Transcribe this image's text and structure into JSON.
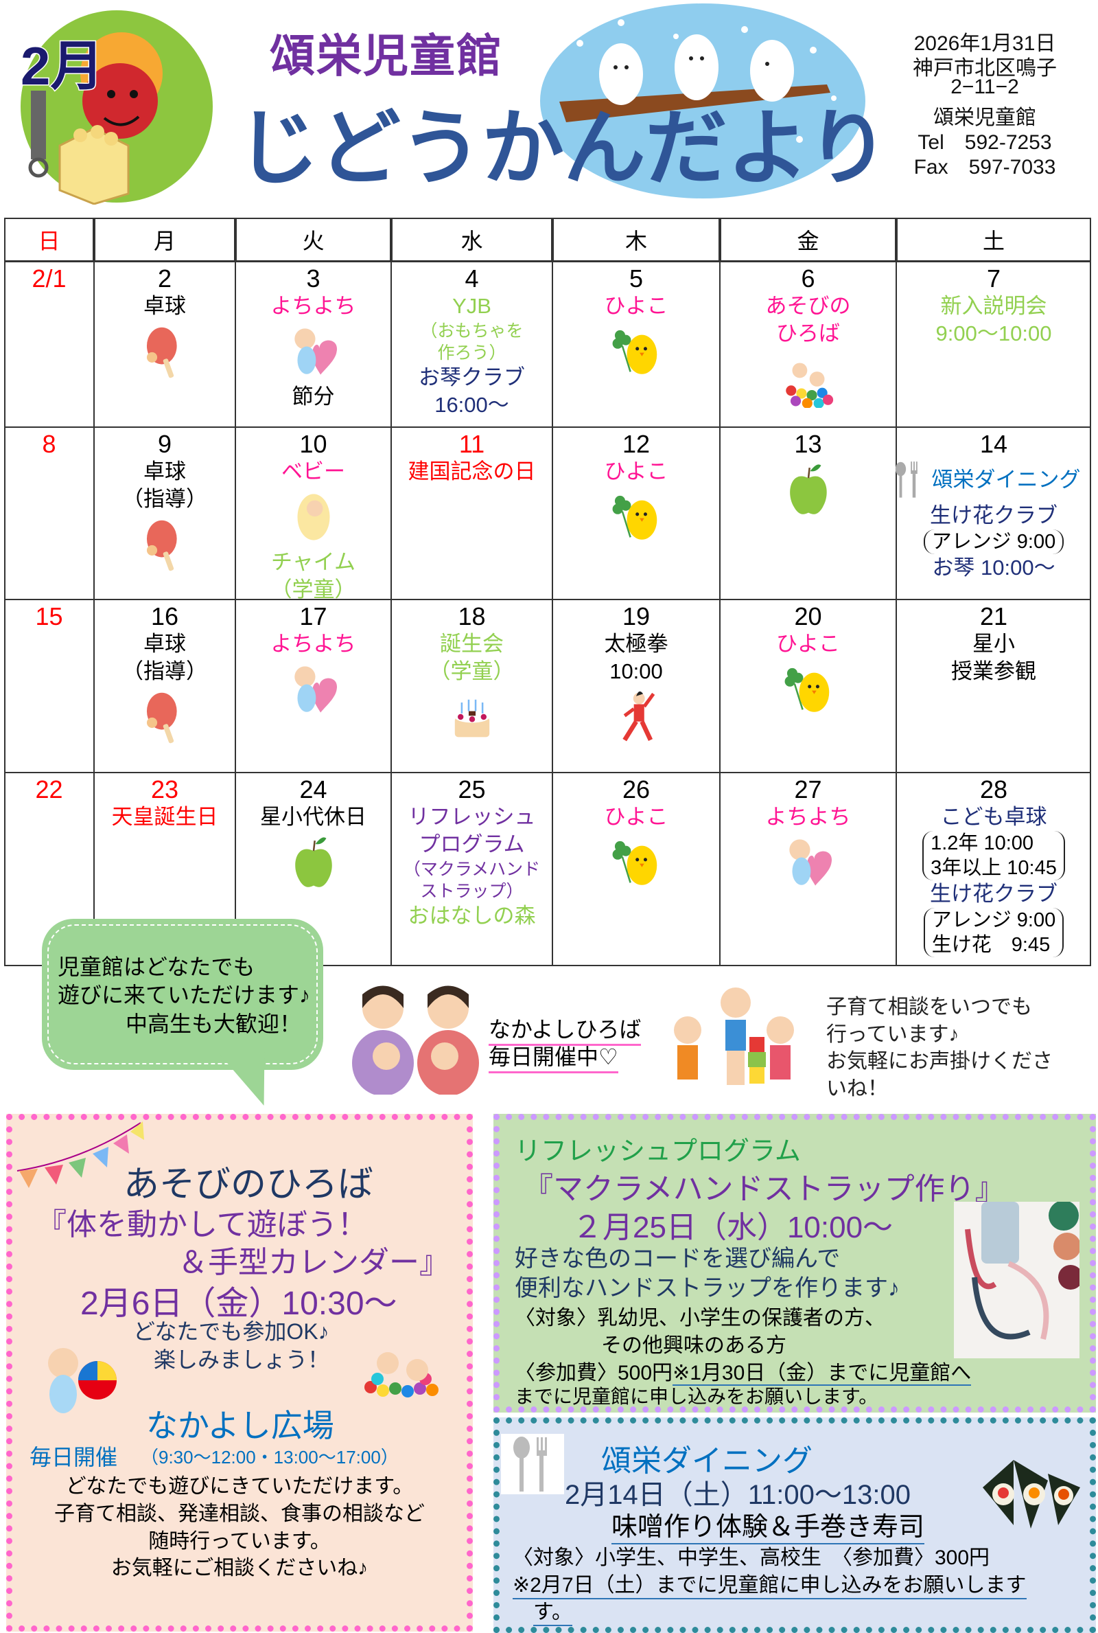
{
  "header": {
    "month": "2月",
    "org_name": "頌栄児童館",
    "title": "じどうかんだより",
    "address": [
      "2026年1月31日",
      "神戸市北区鳴子",
      "2−11−2",
      "頌栄児童館",
      "Tel　592-7253",
      "Fax　597-7033"
    ]
  },
  "colors": {
    "red": "#ff0000",
    "pink": "#ff1493",
    "green": "#92d050",
    "navy": "#1f2f78",
    "purple": "#7030a0",
    "blue": "#0070c0",
    "black": "#000000",
    "title_blue": "#2f5597"
  },
  "calendar": {
    "weekdays": [
      {
        "label": "日",
        "c": "red"
      },
      {
        "label": "月",
        "c": "black"
      },
      {
        "label": "火",
        "c": "black"
      },
      {
        "label": "水",
        "c": "black"
      },
      {
        "label": "木",
        "c": "black"
      },
      {
        "label": "金",
        "c": "black"
      },
      {
        "label": "土",
        "c": "black"
      }
    ],
    "weeks": [
      {
        "days": [
          {
            "date": "2/1",
            "dc": "red",
            "items": []
          },
          {
            "date": "2",
            "dc": "black",
            "items": [
              {
                "t": "卓球",
                "c": "black"
              },
              {
                "icon": "pingpong"
              }
            ]
          },
          {
            "date": "3",
            "dc": "black",
            "items": [
              {
                "t": "よちよち",
                "c": "pink"
              },
              {
                "icon": "baby-heart"
              },
              {
                "t": "節分",
                "c": "black"
              }
            ]
          },
          {
            "date": "4",
            "dc": "black",
            "items": [
              {
                "t": "YJB",
                "c": "green"
              },
              {
                "t": "（おもちゃを",
                "c": "green",
                "sm": true
              },
              {
                "t": "作ろう）",
                "c": "green",
                "sm": true
              },
              {
                "t": "お琴クラブ",
                "c": "navy"
              },
              {
                "t": "16:00～",
                "c": "navy"
              }
            ]
          },
          {
            "date": "5",
            "dc": "black",
            "items": [
              {
                "t": "ひよこ",
                "c": "pink"
              },
              {
                "icon": "chick"
              }
            ]
          },
          {
            "date": "6",
            "dc": "black",
            "items": [
              {
                "t": "あそびの",
                "c": "pink"
              },
              {
                "t": "ひろば",
                "c": "pink"
              },
              {
                "icon": "ballpit"
              }
            ]
          },
          {
            "date": "7",
            "dc": "black",
            "items": [
              {
                "t": "新入説明会",
                "c": "green"
              },
              {
                "t": "9:00～10:00",
                "c": "green"
              }
            ]
          }
        ]
      },
      {
        "days": [
          {
            "date": "8",
            "dc": "red",
            "items": []
          },
          {
            "date": "9",
            "dc": "black",
            "items": [
              {
                "t": "卓球",
                "c": "black"
              },
              {
                "t": "（指導）",
                "c": "black"
              },
              {
                "icon": "pingpong"
              }
            ]
          },
          {
            "date": "10",
            "dc": "black",
            "items": [
              {
                "t": "ベビー",
                "c": "pink"
              },
              {
                "icon": "baby"
              },
              {
                "t": "チャイム",
                "c": "green"
              },
              {
                "t": "（学童）",
                "c": "green"
              }
            ]
          },
          {
            "date": "11",
            "dc": "red",
            "items": [
              {
                "t": "建国記念の日",
                "c": "red"
              }
            ]
          },
          {
            "date": "12",
            "dc": "black",
            "items": [
              {
                "t": "ひよこ",
                "c": "pink"
              },
              {
                "icon": "chick"
              }
            ]
          },
          {
            "date": "13",
            "dc": "black",
            "items": [
              {
                "icon": "apple"
              }
            ]
          },
          {
            "date": "14",
            "dc": "black",
            "items": [
              {
                "icon": "cutlery",
                "t": "頌栄ダイニング",
                "c": "blue"
              },
              {
                "t": "生け花クラブ",
                "c": "navy"
              },
              {
                "box": [
                  {
                    "t": "アレンジ 9:00",
                    "c": "black"
                  }
                ]
              },
              {
                "t": "お琴 10:00～",
                "c": "navy"
              }
            ]
          }
        ]
      },
      {
        "days": [
          {
            "date": "15",
            "dc": "red",
            "items": []
          },
          {
            "date": "16",
            "dc": "black",
            "items": [
              {
                "t": "卓球",
                "c": "black"
              },
              {
                "t": "（指導）",
                "c": "black"
              },
              {
                "icon": "pingpong"
              }
            ]
          },
          {
            "date": "17",
            "dc": "black",
            "items": [
              {
                "t": "よちよち",
                "c": "pink"
              },
              {
                "icon": "baby-heart"
              }
            ]
          },
          {
            "date": "18",
            "dc": "black",
            "items": [
              {
                "t": "誕生会",
                "c": "green"
              },
              {
                "t": "（学童）",
                "c": "green"
              },
              {
                "icon": "cake"
              }
            ]
          },
          {
            "date": "19",
            "dc": "black",
            "items": [
              {
                "t": "太極拳",
                "c": "black"
              },
              {
                "t": "10:00",
                "c": "black"
              },
              {
                "icon": "taichi"
              }
            ]
          },
          {
            "date": "20",
            "dc": "black",
            "items": [
              {
                "t": "ひよこ",
                "c": "pink"
              },
              {
                "icon": "chick"
              }
            ]
          },
          {
            "date": "21",
            "dc": "black",
            "items": [
              {
                "t": "星小",
                "c": "black"
              },
              {
                "t": "授業参観",
                "c": "black"
              }
            ]
          }
        ]
      },
      {
        "days": [
          {
            "date": "22",
            "dc": "red",
            "items": []
          },
          {
            "date": "23",
            "dc": "red",
            "items": [
              {
                "t": "天皇誕生日",
                "c": "red"
              }
            ]
          },
          {
            "date": "24",
            "dc": "black",
            "items": [
              {
                "t": "星小代休日",
                "c": "black"
              },
              {
                "icon": "apple"
              }
            ]
          },
          {
            "date": "25",
            "dc": "black",
            "items": [
              {
                "t": "リフレッシュ",
                "c": "purple"
              },
              {
                "t": "プログラム",
                "c": "purple"
              },
              {
                "t": "（マクラメハンド",
                "c": "purple",
                "sm": true
              },
              {
                "t": "ストラップ）",
                "c": "purple",
                "sm": true
              },
              {
                "t": "おはなしの森",
                "c": "green"
              }
            ]
          },
          {
            "date": "26",
            "dc": "black",
            "items": [
              {
                "t": "ひよこ",
                "c": "pink"
              },
              {
                "icon": "chick"
              }
            ]
          },
          {
            "date": "27",
            "dc": "black",
            "items": [
              {
                "t": "よちよち",
                "c": "pink"
              },
              {
                "icon": "baby-heart"
              }
            ]
          },
          {
            "date": "28",
            "dc": "black",
            "items": [
              {
                "t": "こども卓球",
                "c": "navy"
              },
              {
                "box": [
                  {
                    "t": "1.2年 10:00",
                    "c": "black"
                  },
                  {
                    "t": "3年以上 10:45",
                    "c": "black"
                  }
                ]
              },
              {
                "t": "生け花クラブ",
                "c": "navy"
              },
              {
                "box": [
                  {
                    "t": "アレンジ 9:00",
                    "c": "black"
                  },
                  {
                    "t": "生け花　9:45",
                    "c": "black"
                  }
                ]
              }
            ]
          }
        ]
      }
    ]
  },
  "notice": {
    "bubble_lines": [
      "児童館はどなたでも",
      "遊びに来ていただけます♪",
      "中高生も大歓迎！"
    ],
    "nakayoshi": [
      "なかよしひろば",
      "毎日開催中♡"
    ],
    "consult_lines": [
      "子育て相談をいつでも",
      "行っています♪",
      "お気軽にお声掛けくださ",
      "いね！"
    ]
  },
  "asobi": {
    "title": "あそびのひろば",
    "subtitle1": "『体を動かして遊ぼう！",
    "subtitle2": "＆手型カレンダー』",
    "date": "2月6日（金）10:30～",
    "line1": "どなたでも参加OK♪",
    "line2": "楽しみましょう！",
    "nakayoshi_title": "なかよし広場",
    "daily": "毎日開催",
    "hours": "（9:30～12:00・13:00～17:00）",
    "desc": [
      "どなたでも遊びにきていただけます。",
      "子育て相談、発達相談、食事の相談など",
      "随時行っています。",
      "お気軽にご相談くださいね♪"
    ]
  },
  "refresh": {
    "title": "リフレッシュプログラム",
    "subtitle": "『マクラメハンドストラップ作り』",
    "date": "２月25日（水）10:00～",
    "desc1": "好きな色のコードを選び編んで",
    "desc2": "便利なハンドストラップを作ります♪",
    "target1": "〈対象〉乳幼児、小学生の保護者の方、",
    "target2": "その他興味のある方",
    "fee": "〈参加費〉500円",
    "deadline": "※1月30日（金）までに児童館へ",
    "apply": "までに児童館に申し込みをお願いします。"
  },
  "dining": {
    "title": "頌栄ダイニング",
    "date": "2月14日（土）11:00～13:00",
    "menu": "味噌作り体験＆手巻き寿司",
    "target": "〈対象〉小学生、中学生、高校生　〈参加費〉300円",
    "deadline": "※2月7日（土）までに児童館に申し込みをお願いします",
    "deadline_tail": "す。"
  }
}
